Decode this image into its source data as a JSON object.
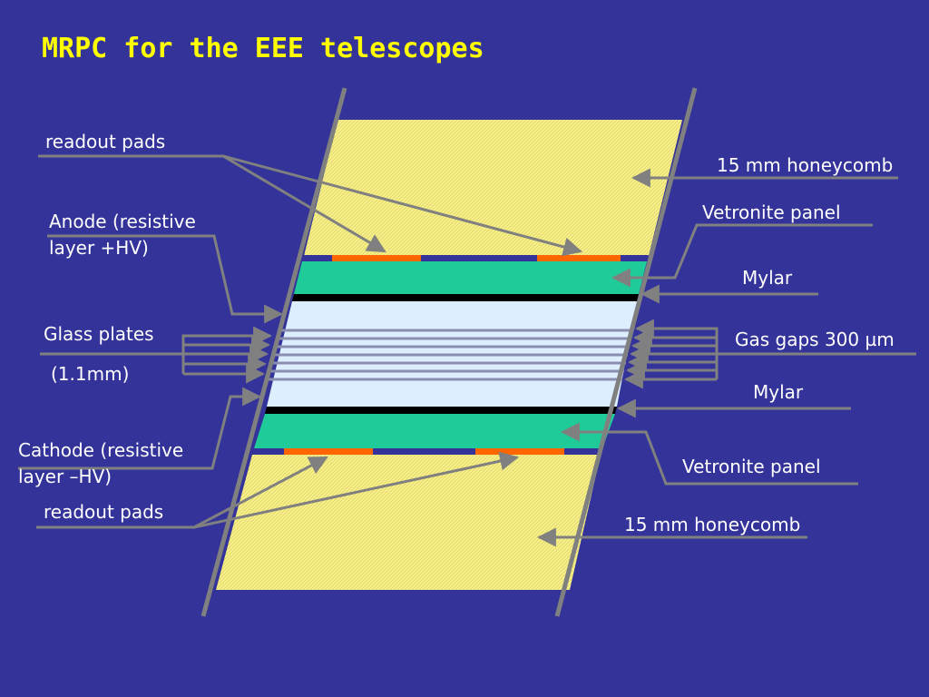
{
  "slide": {
    "title": "MRPC for the EEE telescopes",
    "labels": {
      "readout_pads_top": "readout pads",
      "anode_line1": "Anode (resistive",
      "anode_line2": "layer +HV)",
      "glass_plates": "Glass plates",
      "glass_thickness": "(1.1mm)",
      "cathode_line1": "Cathode (resistive",
      "cathode_line2": "layer –HV)",
      "readout_pads_bottom": "readout pads",
      "honeycomb_top": "15 mm honeycomb",
      "vetronite_top": "Vetronite panel",
      "mylar_top": "Mylar",
      "gas_gaps": "Gas gaps 300 µm",
      "mylar_bottom": "Mylar",
      "vetronite_bottom": "Vetronite panel",
      "honeycomb_bottom": "15 mm honeycomb"
    },
    "colors": {
      "background": "#333399",
      "title": "#ffff00",
      "honeycomb": "#f7f08c",
      "vetronite": "#1fcc99",
      "glass": "#ddeeff",
      "mylar": "#000000",
      "readout_pads": "#ff6600",
      "leader_lines": "#808080"
    }
  }
}
